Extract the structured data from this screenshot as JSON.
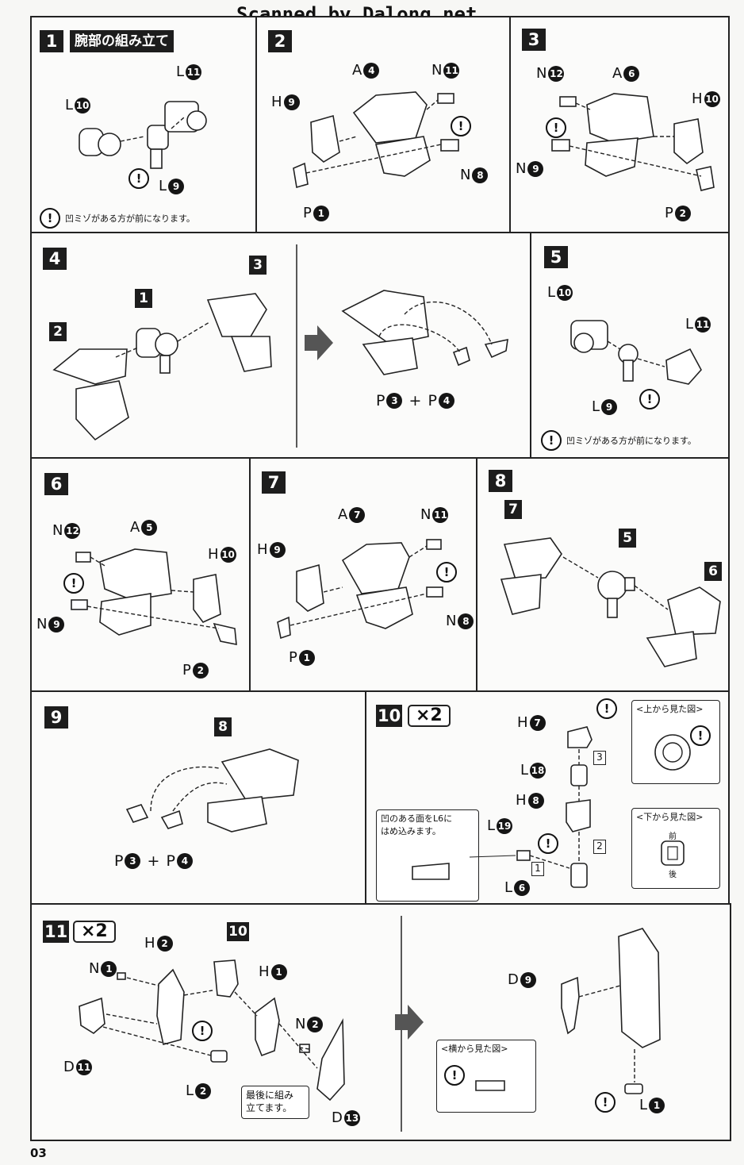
{
  "header": {
    "scan_credit": "Scanned by Dalong.net"
  },
  "page_number": "03",
  "common_note": "凹ミゾがある方が前になります。",
  "steps": {
    "s1": {
      "num": "1",
      "title": "腕部の組み立て",
      "labels": [
        {
          "l": "L",
          "n": "11"
        },
        {
          "l": "L",
          "n": "10"
        },
        {
          "l": "L",
          "n": "9"
        }
      ]
    },
    "s2": {
      "num": "2",
      "labels": [
        {
          "l": "A",
          "n": "4"
        },
        {
          "l": "N",
          "n": "11"
        },
        {
          "l": "H",
          "n": "9"
        },
        {
          "l": "N",
          "n": "8"
        },
        {
          "l": "P",
          "n": "1"
        }
      ]
    },
    "s3": {
      "num": "3",
      "labels": [
        {
          "l": "N",
          "n": "12"
        },
        {
          "l": "A",
          "n": "6"
        },
        {
          "l": "H",
          "n": "10"
        },
        {
          "l": "N",
          "n": "9"
        },
        {
          "l": "P",
          "n": "2"
        }
      ]
    },
    "s4": {
      "num": "4",
      "refs": [
        "1",
        "3",
        "2"
      ],
      "combo": {
        "a": "P",
        "an": "3",
        "b": "P",
        "bn": "4"
      }
    },
    "s5": {
      "num": "5",
      "labels": [
        {
          "l": "L",
          "n": "10"
        },
        {
          "l": "L",
          "n": "11"
        },
        {
          "l": "L",
          "n": "9"
        }
      ]
    },
    "s6": {
      "num": "6",
      "labels": [
        {
          "l": "N",
          "n": "12"
        },
        {
          "l": "A",
          "n": "5"
        },
        {
          "l": "H",
          "n": "10"
        },
        {
          "l": "N",
          "n": "9"
        },
        {
          "l": "P",
          "n": "2"
        }
      ]
    },
    "s7": {
      "num": "7",
      "labels": [
        {
          "l": "A",
          "n": "7"
        },
        {
          "l": "N",
          "n": "11"
        },
        {
          "l": "H",
          "n": "9"
        },
        {
          "l": "N",
          "n": "8"
        },
        {
          "l": "P",
          "n": "1"
        }
      ]
    },
    "s8": {
      "num": "8",
      "refs": [
        "7",
        "5",
        "6"
      ]
    },
    "s9": {
      "num": "9",
      "refs": [
        "8"
      ],
      "combo": {
        "a": "P",
        "an": "3",
        "b": "P",
        "bn": "4"
      }
    },
    "s10": {
      "num": "10",
      "mult": "×2",
      "labels": [
        {
          "l": "H",
          "n": "7"
        },
        {
          "l": "L",
          "n": "18"
        },
        {
          "l": "H",
          "n": "8"
        },
        {
          "l": "L",
          "n": "19"
        },
        {
          "l": "L",
          "n": "6"
        }
      ],
      "order": [
        "3",
        "2",
        "1"
      ],
      "view_top": "<上から見た図>",
      "view_bottom": "<下から見た図>",
      "front": "前",
      "back": "後",
      "callout": "凹のある面をL6に\nはめ込みます。"
    },
    "s11": {
      "num": "11",
      "mult": "×2",
      "refs": [
        "10"
      ],
      "labels": [
        {
          "l": "H",
          "n": "2"
        },
        {
          "l": "N",
          "n": "1"
        },
        {
          "l": "H",
          "n": "1"
        },
        {
          "l": "N",
          "n": "2"
        },
        {
          "l": "D",
          "n": "11"
        },
        {
          "l": "L",
          "n": "2"
        },
        {
          "l": "D",
          "n": "13"
        },
        {
          "l": "D",
          "n": "9"
        },
        {
          "l": "L",
          "n": "1"
        }
      ],
      "callout": "最後に組み\n立てます。",
      "side_view": "<横から見た図>"
    }
  }
}
